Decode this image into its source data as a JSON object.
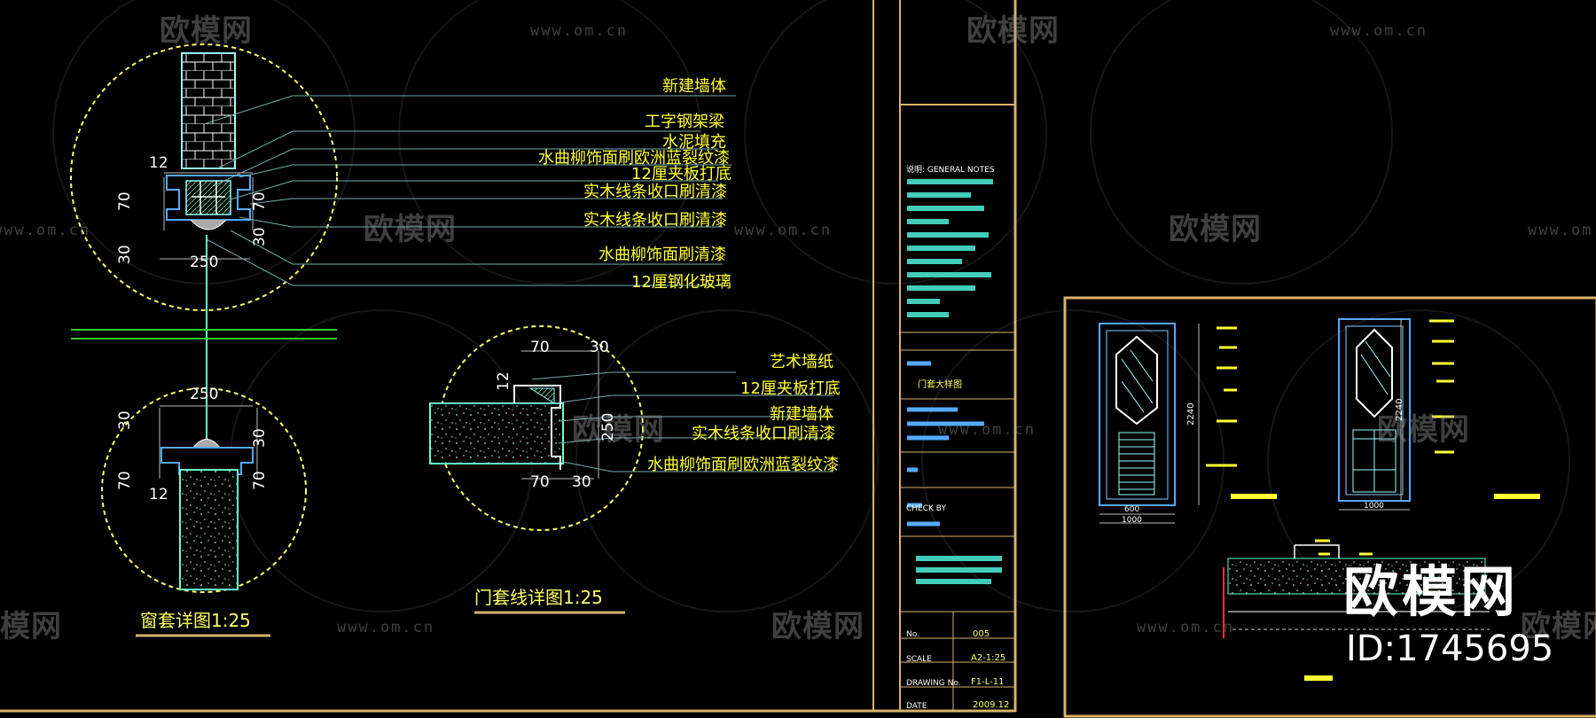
{
  "watermark": {
    "brand": "欧模网",
    "url": "www.om.cn"
  },
  "window_detail": {
    "title": "窗套详图1:25",
    "callouts": [
      "新建墙体",
      "工字钢架梁",
      "水泥填充",
      "水曲柳饰面刷欧洲蓝裂纹漆",
      "12厘夹板打底",
      "实木线条收口刷清漆",
      "实木线条收口刷清漆",
      "水曲柳饰面刷清漆",
      "12厘钢化玻璃"
    ],
    "upper_dims": {
      "d12": "12",
      "d70_left": "70",
      "d70_right": "70",
      "d30_left": "30",
      "d30_right": "30",
      "d250": "250"
    },
    "lower_dims": {
      "d250": "250",
      "d30_left": "30",
      "d30_right": "30",
      "d70_left": "70",
      "d70_right": "70",
      "d12": "12"
    }
  },
  "door_detail": {
    "title": "门套线详图1:25",
    "callouts": [
      "艺术墙纸",
      "12厘夹板打底",
      "新建墙体",
      "实木线条收口刷清漆",
      "水曲柳饰面刷欧洲蓝裂纹漆"
    ],
    "dims": {
      "top70": "70",
      "top30": "30",
      "d12": "12",
      "d250": "250",
      "bot70": "70",
      "bot30": "30"
    }
  },
  "title_block": {
    "header": "说明: GENERAL NOTES",
    "drawing_name": "门套大样图",
    "check": "CHECK BY",
    "rows": [
      {
        "label": "No.",
        "value": "005"
      },
      {
        "label": "SCALE",
        "value": "A2-1:25"
      },
      {
        "label": "DRAWING No.",
        "value": "F1-L-11"
      },
      {
        "label": "DATE",
        "value": "2009.12"
      }
    ]
  },
  "elevations": {
    "door1": {
      "height": "2240",
      "width_top": "600",
      "width_bot": "1000"
    },
    "door2": {
      "height": "2240",
      "width": "1000"
    }
  },
  "brand_overlay": {
    "name": "欧模网",
    "id": "ID:1745695"
  }
}
